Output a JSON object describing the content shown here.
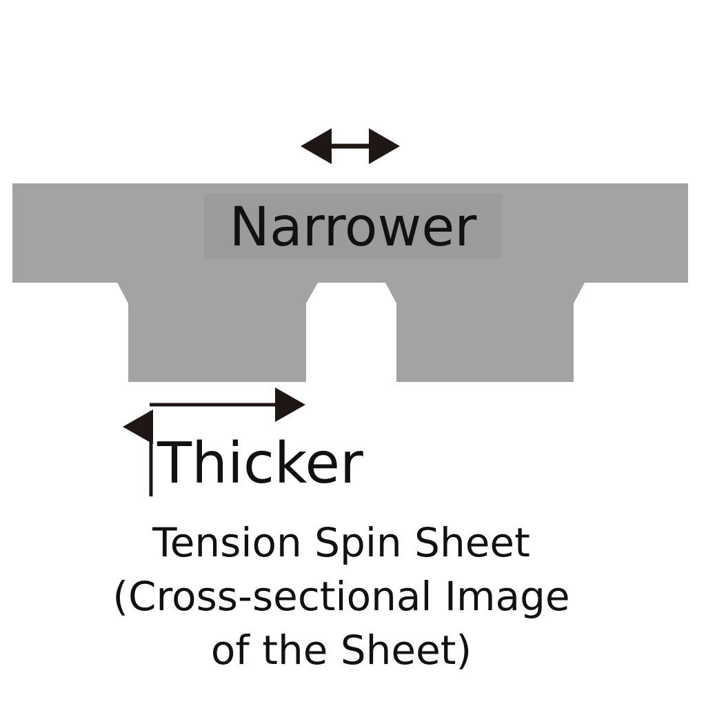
{
  "labels": {
    "narrow": "Narrower",
    "thick": "Thicker"
  },
  "caption": {
    "line1": "Tension Spin Sheet",
    "line2": "(Cross-sectional Image",
    "line3": "of the Sheet)"
  },
  "colors": {
    "sheet": "#a3a3a3",
    "label_box": "#9b9b9b",
    "arrow": "#1f1716",
    "text": "#111111",
    "background": "#ffffff"
  },
  "icons": {
    "narrow_indicator": "double-headed-arrow",
    "thick_indicator": "double-headed-arrow"
  }
}
